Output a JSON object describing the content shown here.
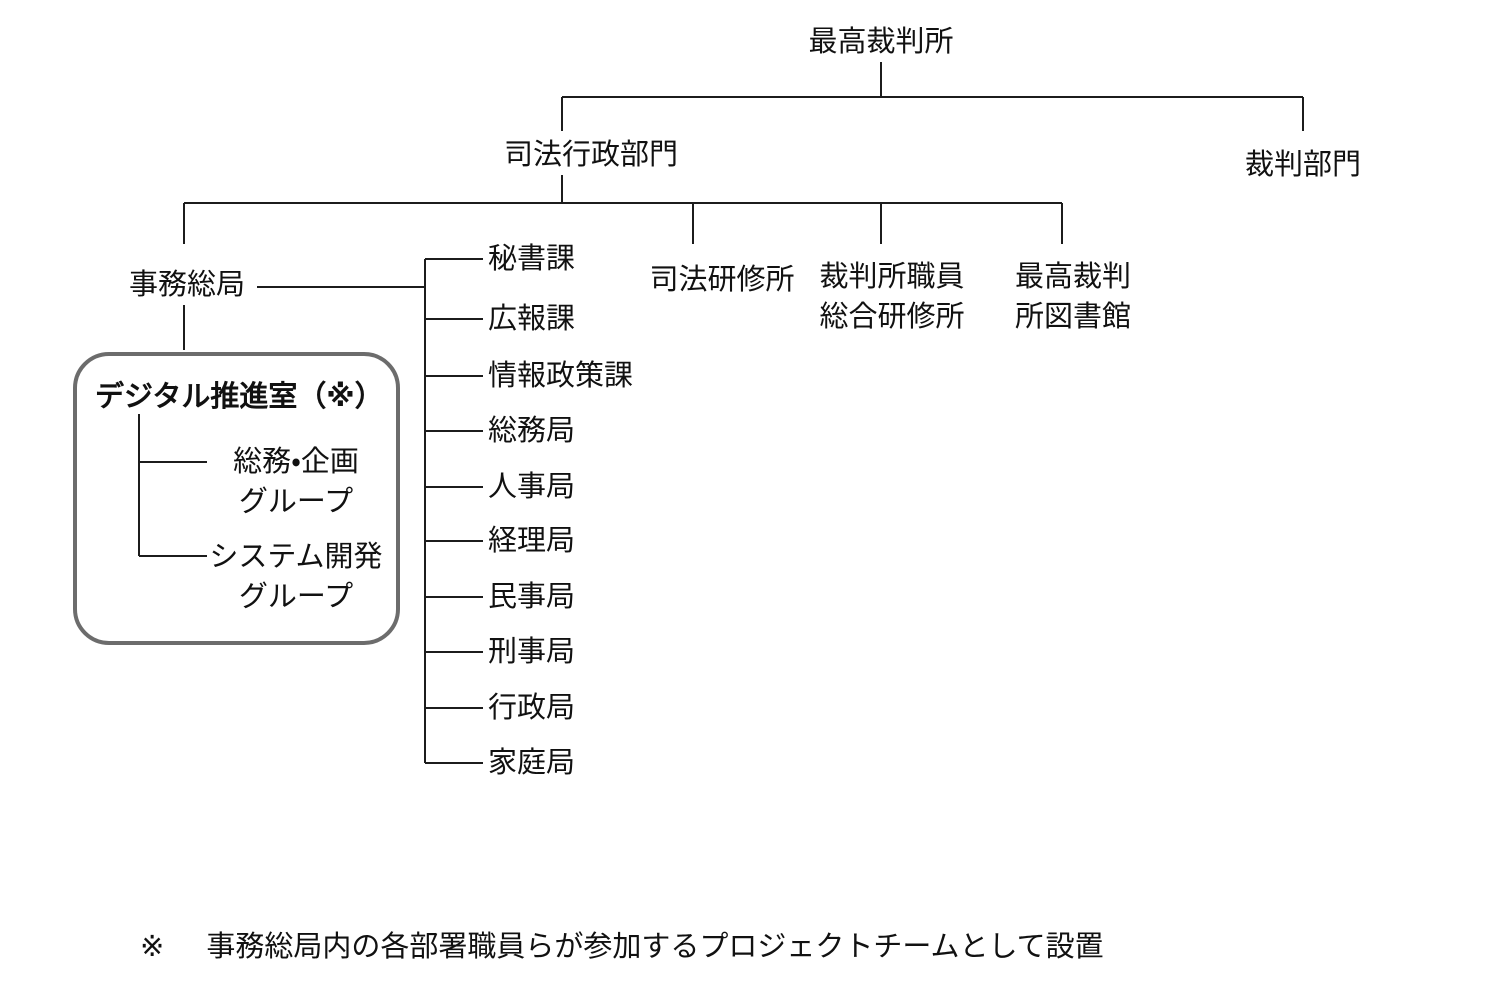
{
  "page": {
    "background_color": "#ffffff",
    "line_color": "#1c1c1c",
    "box_border_color": "#6c6c6c"
  },
  "nodes": {
    "root": "最高裁判所",
    "admin_branch": "司法行政部門",
    "judicial_branch": "裁判部門",
    "secretariat": "事務総局",
    "training_institute": "司法研修所",
    "staff_training_institute": {
      "line1": "裁判所職員",
      "line2": "総合研修所"
    },
    "library": {
      "line1": "最高裁判",
      "line2": "所図書館"
    }
  },
  "departments": [
    "秘書課",
    "広報課",
    "情報政策課",
    "総務局",
    "人事局",
    "経理局",
    "民事局",
    "刑事局",
    "行政局",
    "家庭局"
  ],
  "digital_office": {
    "title": "デジタル推進室（※）",
    "groups": [
      {
        "line1": "総務・企画",
        "line2": "グループ"
      },
      {
        "line1": "システム開発",
        "line2": "グループ"
      }
    ]
  },
  "footnote": {
    "marker": "※",
    "text": "事務総局内の各部署職員らが参加するプロジェクトチームとして設置"
  }
}
